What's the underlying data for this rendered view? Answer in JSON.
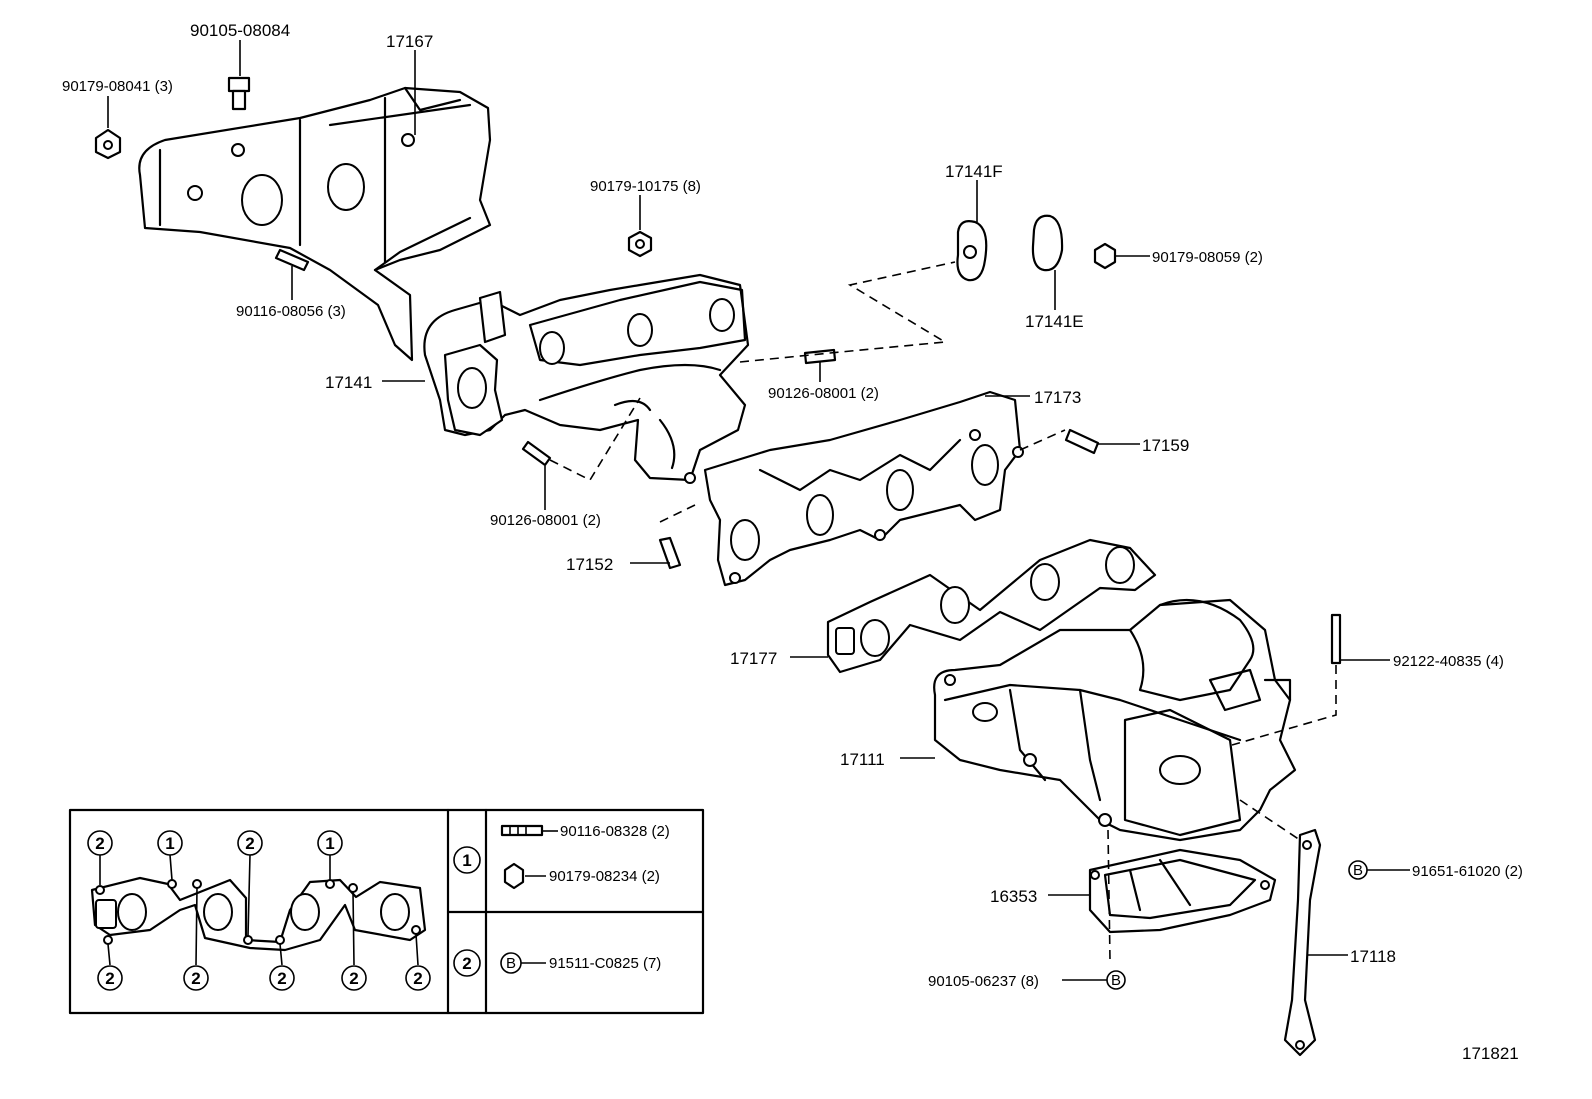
{
  "labels": {
    "p90105_08084": "90105-08084",
    "p17167": "17167",
    "p90179_08041": "90179-08041 (3)",
    "p90179_10175": "90179-10175 (8)",
    "p17141F": "17141F",
    "p90179_08059": "90179-08059 (2)",
    "p17141E": "17141E",
    "p90116_08056": "90116-08056 (3)",
    "p17141": "17141",
    "p90126_08001_a": "90126-08001 (2)",
    "p17173": "17173",
    "p17159": "17159",
    "p90126_08001_b": "90126-08001 (2)",
    "p17152": "17152",
    "p17177": "17177",
    "p92122_40835": "92122-40835 (4)",
    "p17111": "17111",
    "p91651_61020": "91651-61020 (2)",
    "p16353": "16353",
    "p17118": "17118",
    "p90105_06237": "90105-06237 (8)",
    "diagram_id": "171821"
  },
  "markers": {
    "b": "B",
    "one": "1",
    "two": "2"
  },
  "inset": {
    "row1_part_a": "90116-08328 (2)",
    "row1_part_b": "90179-08234 (2)",
    "row2_part": "91511-C0825 (7)"
  }
}
